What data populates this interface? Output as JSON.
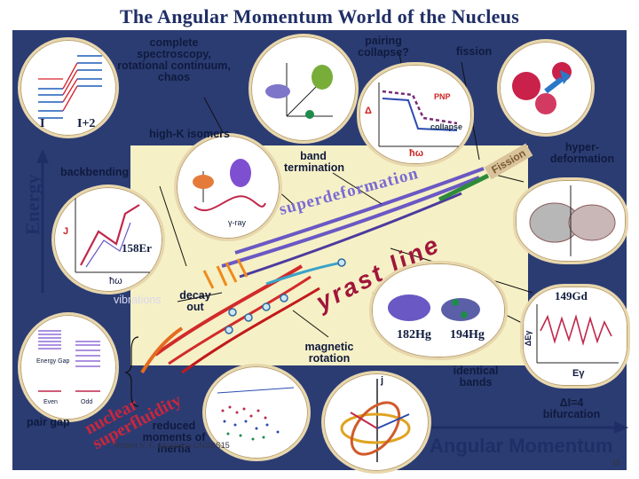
{
  "title": "The Angular Momentum World of the Nucleus",
  "axes": {
    "y": "Energy",
    "x": "Angular Momentum"
  },
  "labels": {
    "spectroscopy": "complete spectroscopy, rotational continuum, chaos",
    "pairing": "pairing collapse?",
    "fission": "fission",
    "high_k": "high-K isomers",
    "band_termination": "band termination",
    "hyperdeformation": "hyper-deformation",
    "backbending": "backbending",
    "superdeformation": "superdeformation",
    "fission_band": "Fission",
    "yrast": "yrast line",
    "vibrations": "vibrations",
    "decay_out": "decay out",
    "magnetic_rotation": "magnetic rotation",
    "identical_bands": "identical bands",
    "bifurcation": "ΔI=4 bifurcation",
    "pair_gap": "pair gap",
    "nuclear_superfluidity": "nuclear superfluidity",
    "reduced_moments": "reduced moments of inertia"
  },
  "insets": {
    "spectroscopy_I": "I",
    "spectroscopy_I2": "I+2",
    "pairing_pnp": "PNP",
    "pairing_collapse": "collapse",
    "pairing_delta": "Δ",
    "pairing_hw": "ħω",
    "highk_gamma": "γ-ray",
    "backbending_nucleus": "158Er",
    "backbending_hw": "ħω",
    "backbending_J": "J",
    "hyper_nucleus": "149Gd",
    "hg182": "182Hg",
    "hg194": "194Hg",
    "bif_dE": "ΔEγ",
    "bif_Eg": "Eγ",
    "pairgap_energy": "Energy Gap",
    "pairgap_even": "Even",
    "pairgap_odd": "Odd",
    "mag_j": "j"
  },
  "footer": {
    "credit": "Robert V. F. Janssens CNSSS15",
    "page": "15"
  },
  "colors": {
    "frame": "#2b3c73",
    "plane": "#f6f0c6",
    "yrast": "#a0163a",
    "superdeformation": "#7a6bd3",
    "accent_title": "#1f2e66"
  }
}
